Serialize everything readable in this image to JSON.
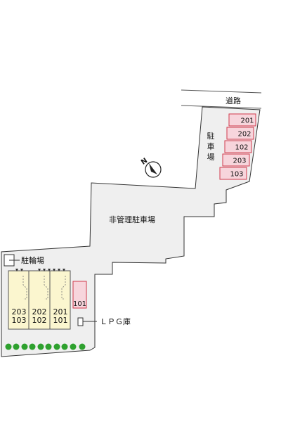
{
  "road_label": "道路",
  "parking_north_label": "駐車場",
  "parking_north_spaces": [
    "201",
    "202",
    "102",
    "203",
    "103"
  ],
  "unmanaged_parking_label": "非管理駐車場",
  "bicycle_parking_label": "駐輪場",
  "lpg_storage_label": "ＬＰＧ庫",
  "building_units": [
    {
      "upper": "203",
      "lower": "103"
    },
    {
      "upper": "202",
      "lower": "102"
    },
    {
      "upper": "201",
      "lower": "101"
    }
  ],
  "south_parking_space": "101",
  "compass_label": "N",
  "colors": {
    "lot": "#efefef",
    "building": "#fbf6cf",
    "parking_space": "#f7d5dc",
    "parking_border": "#d23a4d",
    "tree": "#2ea12e"
  }
}
